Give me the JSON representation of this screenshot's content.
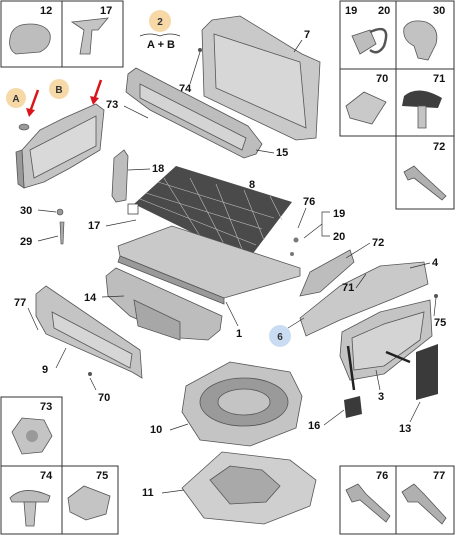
{
  "variant_badge": {
    "number": "2",
    "formula": "A + B"
  },
  "variant_markers": {
    "a": "A",
    "b": "B",
    "six": "6"
  },
  "callouts": {
    "c1": "1",
    "c3": "3",
    "c4": "4",
    "c7": "7",
    "c8": "8",
    "c9": "9",
    "c10": "10",
    "c11": "11",
    "c13": "13",
    "c14": "14",
    "c15": "15",
    "c16": "16",
    "c17": "17",
    "c18": "18",
    "c19": "19",
    "c20": "20",
    "c29": "29",
    "c30": "30",
    "c70": "70",
    "c71": "71",
    "c72": "72",
    "c73": "73",
    "c74": "74",
    "c75": "75",
    "c76": "76",
    "c77": "77"
  },
  "detail_cells": {
    "d12": "12",
    "d17": "17",
    "d19": "19",
    "d20": "20",
    "d30": "30",
    "d70": "70",
    "d71": "71",
    "d72": "72",
    "d73": "73",
    "d74": "74",
    "d75": "75",
    "d76": "76",
    "d77": "77"
  },
  "colors": {
    "part_fill": "#c9c9c9",
    "part_dark": "#8a8a8a",
    "badge_orange": "#f7d9a8",
    "badge_blue": "#c9dcf2",
    "arrow_red": "#d9151b"
  }
}
